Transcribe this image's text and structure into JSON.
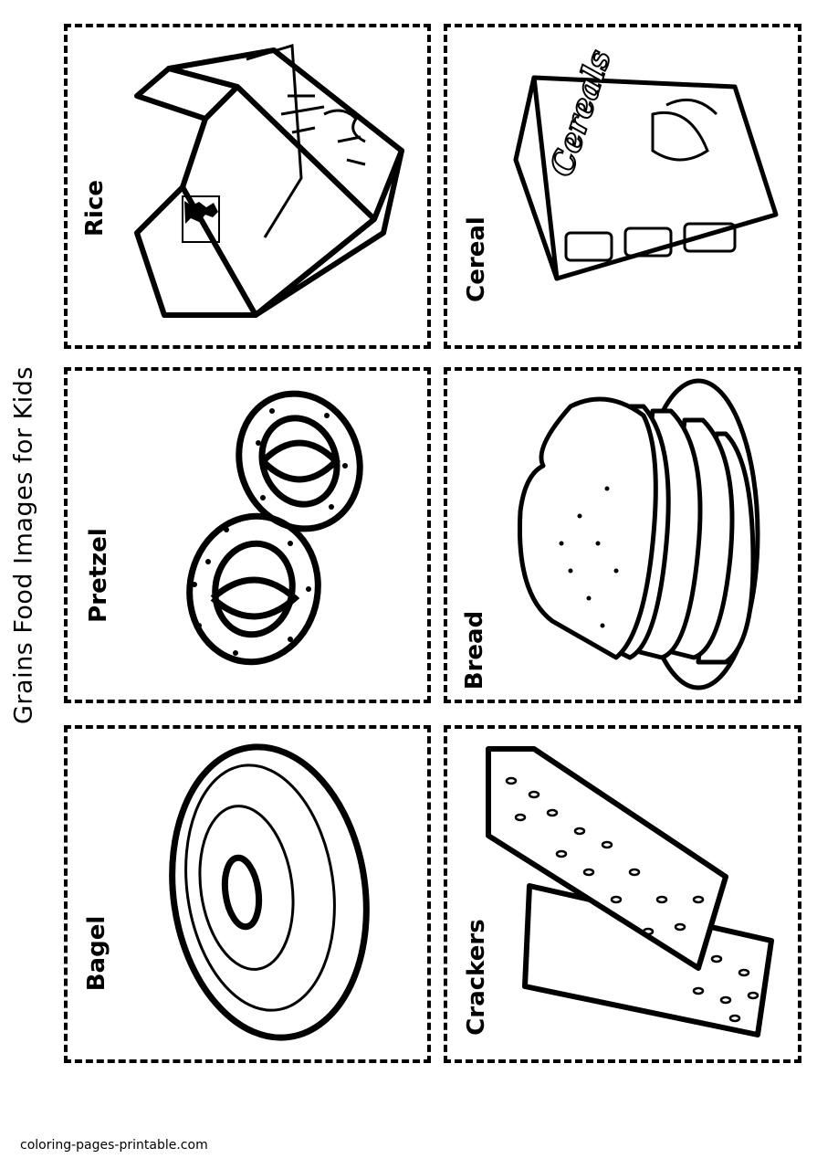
{
  "title": "Grains Food Images for Kids",
  "cards": {
    "rice": {
      "label": "Rice",
      "art_icon": "takeout-rice-box-icon"
    },
    "cereal": {
      "label": "Cereal",
      "box_text": "Cereals",
      "art_icon": "cereal-box-icon"
    },
    "pretzel": {
      "label": "Pretzel",
      "art_icon": "pretzel-icon"
    },
    "bread": {
      "label": "Bread",
      "art_icon": "sliced-bread-icon"
    },
    "bagel": {
      "label": "Bagel",
      "art_icon": "bagel-icon"
    },
    "crackers": {
      "label": "Crackers",
      "art_icon": "crackers-icon"
    }
  },
  "footer": "coloring-pages-printable.com",
  "colors": {
    "line": "#000000",
    "background": "#ffffff"
  }
}
